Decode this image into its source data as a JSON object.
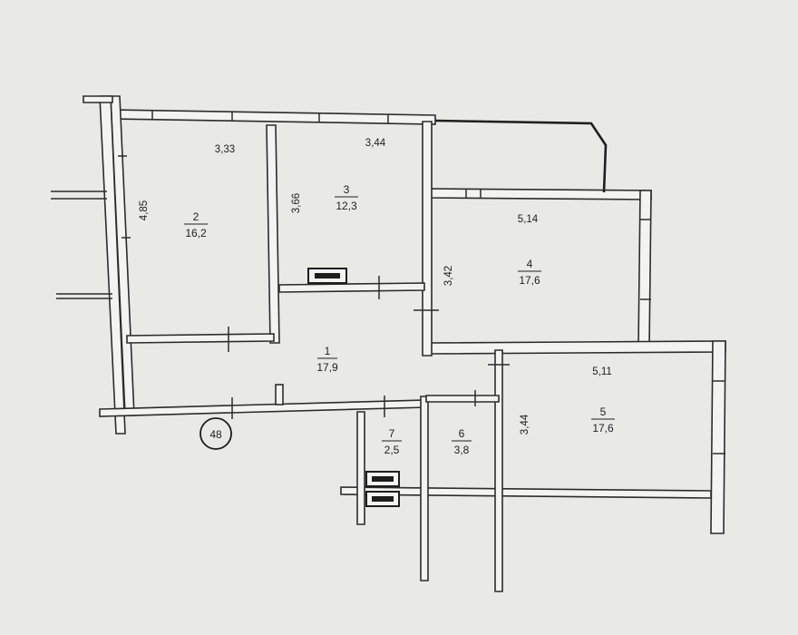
{
  "rooms": [
    {
      "id": "1",
      "number": "1",
      "area": "17,9"
    },
    {
      "id": "2",
      "number": "2",
      "area": "16,2"
    },
    {
      "id": "3",
      "number": "3",
      "area": "12,3"
    },
    {
      "id": "4",
      "number": "4",
      "area": "17,6"
    },
    {
      "id": "5",
      "number": "5",
      "area": "17,6"
    },
    {
      "id": "6",
      "number": "6",
      "area": "3,8"
    },
    {
      "id": "7",
      "number": "7",
      "area": "2,5"
    }
  ],
  "dimensions": {
    "room2_width": "3,33",
    "room2_height": "4,85",
    "room3_width": "3,44",
    "room3_height": "3,66",
    "room4_width": "5,14",
    "room4_height": "3,42",
    "room5_width": "5,11",
    "room5_height": "3,44"
  },
  "apartment_marker": "48"
}
